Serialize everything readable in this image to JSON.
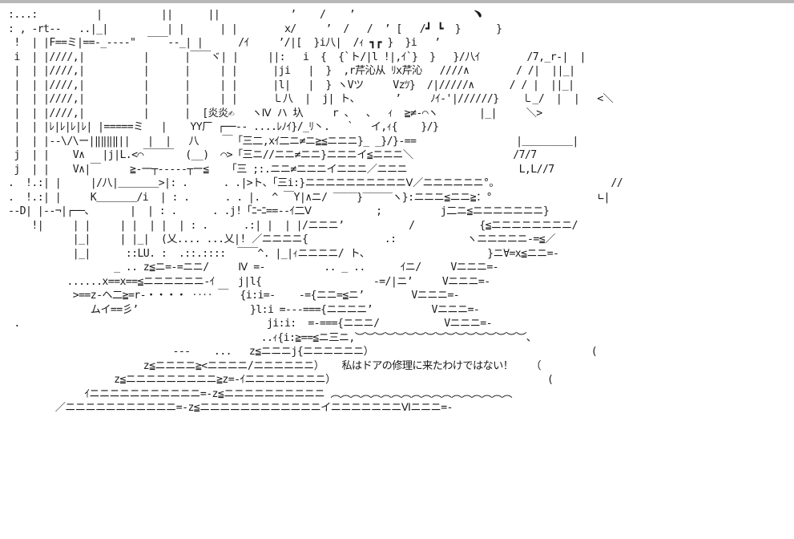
{
  "art": {
    "lines": [
      ":...:          |          ||      ||            ’    /    ’                    ﹅",
      ": , -rt--   ..|_|          | |      | |        x/     ’  /   /  ’ [   /┛ ┗  }      }",
      " !  | |F==ミ|==-_-‐-‐\"  ￣￣--_| |      /ｲ     ’/|[  }i八|  /ｨ ┓┏ }  }i   ’",
      " i  | |////,|          |      |￣￣ヾ| |     ||:   i  {  {`ト/|l !|,ｲ`}  }   }/八ｲ        /7,_r‐|  |",
      " |  | |////,|          |      |     | |      |ji   |  }  ,r芹沁从 ﾘx芹沁   ////∧        / /|  ||_|",
      " |  | |////,|          |      |     | |      |l|   |  } ヽVツ     Vzﾂ}  /|/////∧      / / |  ||_|",
      " |  | |////,|          |      |     | |      ㇄八  |  j| ト、      ’     ﾉｲ-'|//////}    ㇄_/  |  |   <＼",
      " |  | |////,|          |      |  [炎炎✍   ヽⅣ ハ 圦     r 、  、  ｨ  ≧≠-⌒ヽ       |_|     ＼>",
      " |  | |ﾚ|ﾚ|ﾚ|ﾚ| |=====ミ   |    ΥΥ厂 ┌──-- ....ﾚﾉｲ}/_ﾘ丶.   `   イ,ｨ{    }/}",
      " |  | |--\\/\\ー|‖‖‖‖||   |  |   八    ￣「三二,xｲ二ニ≠ニ≧≦ニニニ}_ _}/}-==                 |＿＿＿＿＿|",
      " j  | |    V∧   |j|L.<⌒￣￣￣  (__)  ⌒>「三ニ//ニニ≠ニニ}ニニニイ≦ニニニ＼                 /7/7",
      " j  | |    V∧|￣     ≧-一┬-----┬ー≦   「三 ;:.ニニ≠ニニニイニニニ／ニニニ                   L,L//7",
      ".  !.:| |     |/八|＿＿＿＿>|: .      . .|>ト、「三i:}ニニニニニニニニニニⅤ／ニニニニニニ°。                   //",
      ".  !.:| |     K＿＿＿＿/i  | : .      . . |.  ^ ￣Y|∧ニ/ ‾‾‾‾}‾‾‾‾‾ヽ}:ニニニ≦ニニ≧：°                  ∟|",
      "‐‐D| |‐‐¬|┌──、      |  | : .      . .j!「ﾆｰﾆ==--ｲ二Ⅴ           ;          j二ニ≦ニニニニニニニ}",
      "    !|     | |     | |  | |  | : .      .:| |  | |/ニニニ’           /           {≦ニニニニニニニニ/",
      "           |_|     | |_|  (乂.... ...乂|! ／ニニニニ{             .:            ヽニニニニニ-=≦／",
      "           |_|      ::LU. :  .::.::::  ￣￣^. |_|ｨニニニニ/ ト、                    }ニ∀=x≦ニニ=-",
      "                  _ .. z≦ニ=-=ニニ/     Ⅳ =-          .. _ ..      ｲニ/     Vニニニ=-",
      "          ......x==x==≦ニニニニニニ-ｲ    j|l{                   -=/|ニ’     Vニニニ=-",
      "           >==z‐ヘ二≧=r-・・・・ ‥‥ ￣  {i:i=-    -={ニニ=≦ニ’        Vニニニ=-",
      "              ムイ==彡’                   }l:i =---==={ニニニニ’          Vニニニ=-",
      " .                                          ji:i:  =-==={ニニニ/           Vニニニ=-",
      "                                           ..ｨ{i:≧==≦ニ三ニ,︶︶︶︶︶︶︶︶︶︶︶︶︶︶︶︶︶、",
      "                            ---    ...   z≦ニニニj{ニニニニニニ）                                     (",
      "                       z≦ニニニニ≧<ニニニニ/ニニニニニニ）   私はドアの修理に来たわけではない！   （",
      "                  z≦ニニニニニニニニニ≧z=-ｲニニニニニニニニ）                                    (",
      "             ｲニニニニニニニニニニニ=-z≦ニニニニニニニニニニ ︵︵︵︵︵︵︵︵︵︵︵︵︵︵︵︵︵︵",
      "        ／ニニニニニニニニニニニ=-z≦ニニニニニニニニニニニニイニニニニニニニⅥニニニ=-"
    ]
  }
}
